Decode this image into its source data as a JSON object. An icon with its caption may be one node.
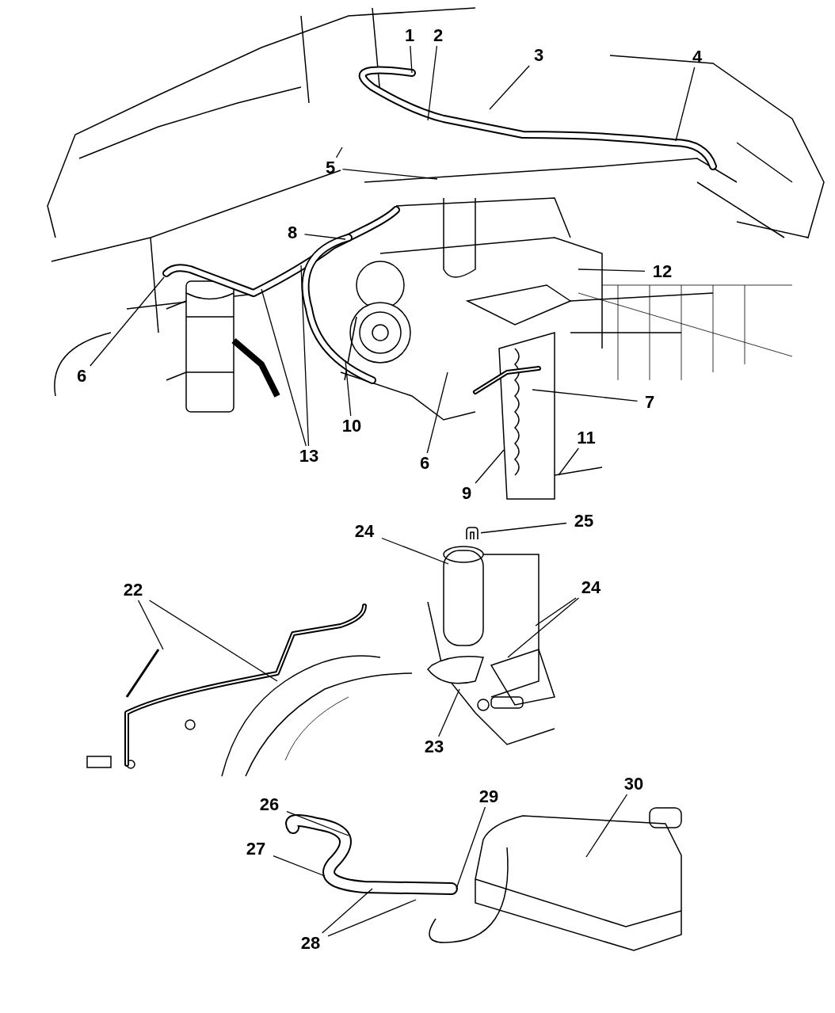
{
  "diagram": {
    "nodes": [
      {
        "text": [
          "1"
        ]
      },
      {
        "text": [
          "2"
        ]
      },
      {
        "text": [
          "3"
        ]
      },
      {
        "text": [
          "4"
        ]
      },
      {
        "text": [
          "5"
        ]
      },
      {
        "text": [
          "6"
        ]
      },
      {
        "text": [
          "7"
        ]
      },
      {
        "text": [
          "8"
        ]
      },
      {
        "text": [
          "9"
        ]
      },
      {
        "text": [
          "10"
        ]
      },
      {
        "text": [
          "11"
        ]
      },
      {
        "text": [
          "12"
        ]
      },
      {
        "text": [
          "13"
        ]
      },
      {
        "text": [
          "6"
        ]
      },
      {
        "text": [
          "22"
        ]
      },
      {
        "text": [
          "24"
        ]
      },
      {
        "text": [
          "25"
        ]
      },
      {
        "text": [
          "24"
        ]
      },
      {
        "text": [
          "23"
        ]
      },
      {
        "text": [
          "26"
        ]
      },
      {
        "text": [
          "27"
        ]
      },
      {
        "text": [
          "29"
        ]
      },
      {
        "text": [
          "30"
        ]
      },
      {
        "text": [
          "28"
        ]
      },
      {
        "text": [],
        "shape": "picture"
      }
    ],
    "edges": [
      {
        "from": 0,
        "to": null,
        "arrow": "none"
      },
      {
        "from": 1,
        "to": null,
        "arrow": "none"
      },
      {
        "from": 2,
        "to": null,
        "arrow": "none"
      },
      {
        "from": 3,
        "to": null,
        "arrow": "none"
      },
      {
        "from": 4,
        "to": null,
        "arrow": "none"
      },
      {
        "from": 4,
        "to": null,
        "arrow": "none"
      },
      {
        "from": 5,
        "to": null,
        "arrow": "none"
      },
      {
        "from": 6,
        "to": null,
        "arrow": "none"
      },
      {
        "from": 7,
        "to": null,
        "arrow": "none"
      },
      {
        "from": 8,
        "to": null,
        "arrow": "none"
      },
      {
        "from": 9,
        "to": null,
        "arrow": "none"
      },
      {
        "from": 10,
        "to": null,
        "arrow": "none"
      },
      {
        "from": 11,
        "to": null,
        "arrow": "none"
      },
      {
        "from": 12,
        "to": null,
        "arrow": "none"
      },
      {
        "from": 12,
        "to": null,
        "arrow": "none"
      },
      {
        "from": 13,
        "to": null,
        "arrow": "none"
      },
      {
        "from": 14,
        "to": null,
        "arrow": "none"
      },
      {
        "from": 14,
        "to": null,
        "arrow": "none"
      },
      {
        "from": 15,
        "to": null,
        "arrow": "none"
      },
      {
        "from": 16,
        "to": 24,
        "arrow": "none"
      },
      {
        "from": 17,
        "to": null,
        "arrow": "none"
      },
      {
        "from": 17,
        "to": null,
        "arrow": "none"
      },
      {
        "from": 18,
        "to": null,
        "arrow": "none"
      },
      {
        "from": 19,
        "to": null,
        "arrow": "none"
      },
      {
        "from": 20,
        "to": null,
        "arrow": "none"
      },
      {
        "from": 21,
        "to": null,
        "arrow": "none"
      },
      {
        "from": 22,
        "to": null,
        "arrow": "none"
      },
      {
        "from": 23,
        "to": null,
        "arrow": "none"
      },
      {
        "from": 23,
        "to": null,
        "arrow": "none"
      }
    ]
  }
}
